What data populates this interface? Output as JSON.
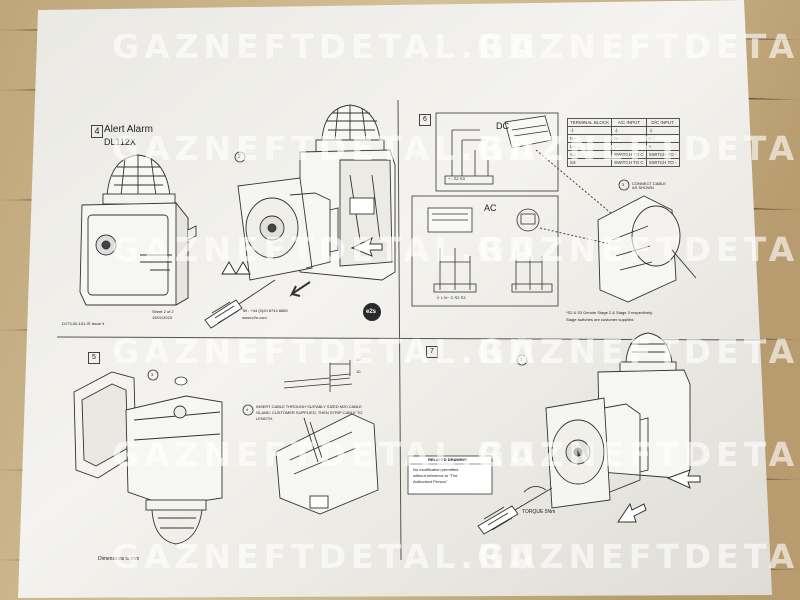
{
  "watermark": {
    "text": "GAZNEFTDETAL.RU",
    "text_b": "GAZNEFTDETAL.RU",
    "text_c": "GAZNEFTDETAL.RU",
    "text_d": "GAZNEFTDETAL.RU",
    "text_e": "GAZNEFTDETAL.RU",
    "text_f": "GAZNEFTDETAL.RU",
    "text_g": "GAZNEFTDETAL.RU",
    "text_h": "GAZNEFTDETAL.RU",
    "text_i": "GAZNEFTDETAL.RU",
    "text_j": "GAZNEFTDETAL.RU"
  },
  "header": {
    "section_num": "4",
    "title": "Alert Alarm",
    "model": "DL112X"
  },
  "panel_top_left": {
    "step2": "2",
    "doc_ref": "D173-00-101-IS Issue 4",
    "sheet": "Sheet 2 of 2",
    "date": "19/01/2023",
    "tel": "Tel : +44 (0)20 8743 8880",
    "web": "www.e2s.com",
    "logo_text": "e2s"
  },
  "panel_top_right": {
    "section_num": "6",
    "dc_label": "DC",
    "ac_label": "AC",
    "dc_terminals": "+  -  S2 S3",
    "ac_terminals": "⏚  L   N~          C  S2 S3",
    "table_headers": [
      "TERMINAL BLOCK",
      "A/C INPUT",
      "D/C INPUT"
    ],
    "table_rows": [
      [
        "⏚",
        "⏚",
        "⏚"
      ],
      [
        "N~",
        "N~",
        "-"
      ],
      [
        "L~",
        "L~",
        "+"
      ],
      [
        "S2",
        "SWITCH TO C",
        "SWITCH TO -"
      ],
      [
        "S3",
        "SWITCH TO C",
        "SWITCH TO -"
      ]
    ],
    "step3": "3",
    "connect_note": "CONNECT CABLE AS SHOWN",
    "footnote_line1": "*S2 & S3 Denote Stage 2 & Stage 3 respectively.",
    "footnote_line2": "Stage switches are customer supplied."
  },
  "panel_bottom_left": {
    "section_num": "5",
    "step3": "3",
    "step4": "4",
    "dim_20": "20",
    "dim_10": "10",
    "insert_line1": "INSERT CABLE THROUGH SUITABLY SIZED M20 CABLE",
    "insert_line2": "GLAND, CUSTOMER SUPPLIED, THEN STRIP CABLE TO",
    "insert_line3": "LENGTH.",
    "dimensions_note": "Dimensions in mm"
  },
  "panel_bottom_right": {
    "section_num": "7",
    "step1": "1",
    "related_title": "RELATED DRAWING",
    "related_line1": "No modification permitted",
    "related_line2": "without reference to \"The",
    "related_line3": "Authorised Person\"",
    "torque": "TORQUE 5Nm"
  },
  "colors": {
    "background": "#c9b58a",
    "paper": "#f1f0ec",
    "ink": "#2a2a2a",
    "watermark": "#ffffff"
  }
}
